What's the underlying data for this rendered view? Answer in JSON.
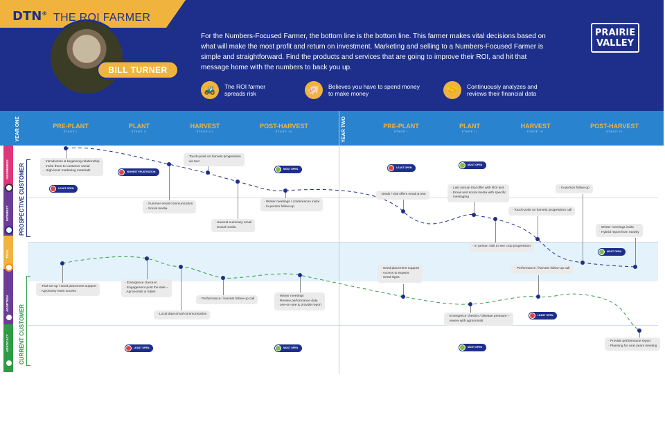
{
  "brand": {
    "logo": "DTN",
    "logo_mark": "®",
    "title": "THE ROI FARMER"
  },
  "persona": {
    "name": "BILL TURNER",
    "photo_icon": "farmer-portrait"
  },
  "description": "For the Numbers-Focused Farmer, the bottom line is the bottom line. This farmer makes vital decisions based on what will make the most profit and return on investment. Marketing and selling to a Numbers-Focused Farmer is simple and straightforward. Find the products and services that are going to improve their ROI, and hit that message home with the numbers to back you up.",
  "partner_logo": {
    "line1": "PRAIRIE",
    "line2": "VALLEY"
  },
  "traits": [
    {
      "icon": "tractor-icon",
      "glyph": "🚜",
      "text": "The ROI farmer spreads risk"
    },
    {
      "icon": "piggy-bank-icon",
      "glyph": "🐖",
      "text": "Believes you have to spend money to make money"
    },
    {
      "icon": "handshake-icon",
      "glyph": "🤝",
      "text": "Continuously analyzes and reviews their financial data"
    }
  ],
  "years": [
    "YEAR ONE",
    "YEAR TWO"
  ],
  "stages": [
    {
      "name": "PRE-PLANT",
      "sub": "STAGE I"
    },
    {
      "name": "PLANT",
      "sub": "STAGE II"
    },
    {
      "name": "HARVEST",
      "sub": "STAGE III"
    },
    {
      "name": "POST-HARVEST",
      "sub": "STAGE IV"
    },
    {
      "name": "PRE-PLANT",
      "sub": "STAGE I"
    },
    {
      "name": "PLANT",
      "sub": "STAGE II"
    },
    {
      "name": "HARVEST",
      "sub": "STAGE III"
    },
    {
      "name": "POST-HARVEST",
      "sub": "STAGE IV"
    }
  ],
  "funnel": [
    "AWARENESS",
    "INTEREST",
    "TRIAL",
    "ADOPTION",
    "ADVOCACY"
  ],
  "groups": {
    "prospective": "PROSPECTIVE CUSTOMER",
    "current": "CURRENT CUSTOMER"
  },
  "colors": {
    "navy": "#1d2f8a",
    "gold": "#f0b43e",
    "blue": "#2a83cf",
    "green": "#2e9b45",
    "pink": "#e0357a",
    "orange": "#f28c28",
    "purple": "#6c3d97"
  },
  "pills": {
    "least": "LEAST OPEN",
    "most": "MOST OPEN",
    "highest": "HIGHEST FRUSTRATION"
  },
  "notes": [
    "· Introduction & beginning relationship\n· Invite them to customer social\n· High-level marketing materials",
    "· Touch-point on harvest progression\n  via text",
    "· Summer email communication\n· Social media",
    "· Harvest summary email\n· Social media",
    "· Winter meetings / conferences invite\n· In-person follow-up",
    "· Deals / trial offers email & text",
    "· Last minute trial offer with ROI text\n· Email and social media with specific\n  messaging",
    "· In-person follow-up",
    "· Touch-point on harvest progression call",
    "· In person visit to see crop progression",
    "· Winter meetings invite\n· Hybrid report from nearby",
    "· Trial set-up / seed placement support\n· Agronomy team access",
    "· Emergence check-in\n· Engagement post the sale –\n  Agronomist & Sales",
    "· Local data email communication",
    "· Performance / harvest follow-up call",
    "· Winter meetings\n· Review performance data\n· one-on-one & provide report",
    "· Seed placement support\n· Access to experts\n· Seed signs",
    "· Emergence checkin / disease pressure –\n  review with agronomist",
    "· Performance / harvest follow-up call",
    "· Provide performance report\n· Planning for next years meeting"
  ]
}
